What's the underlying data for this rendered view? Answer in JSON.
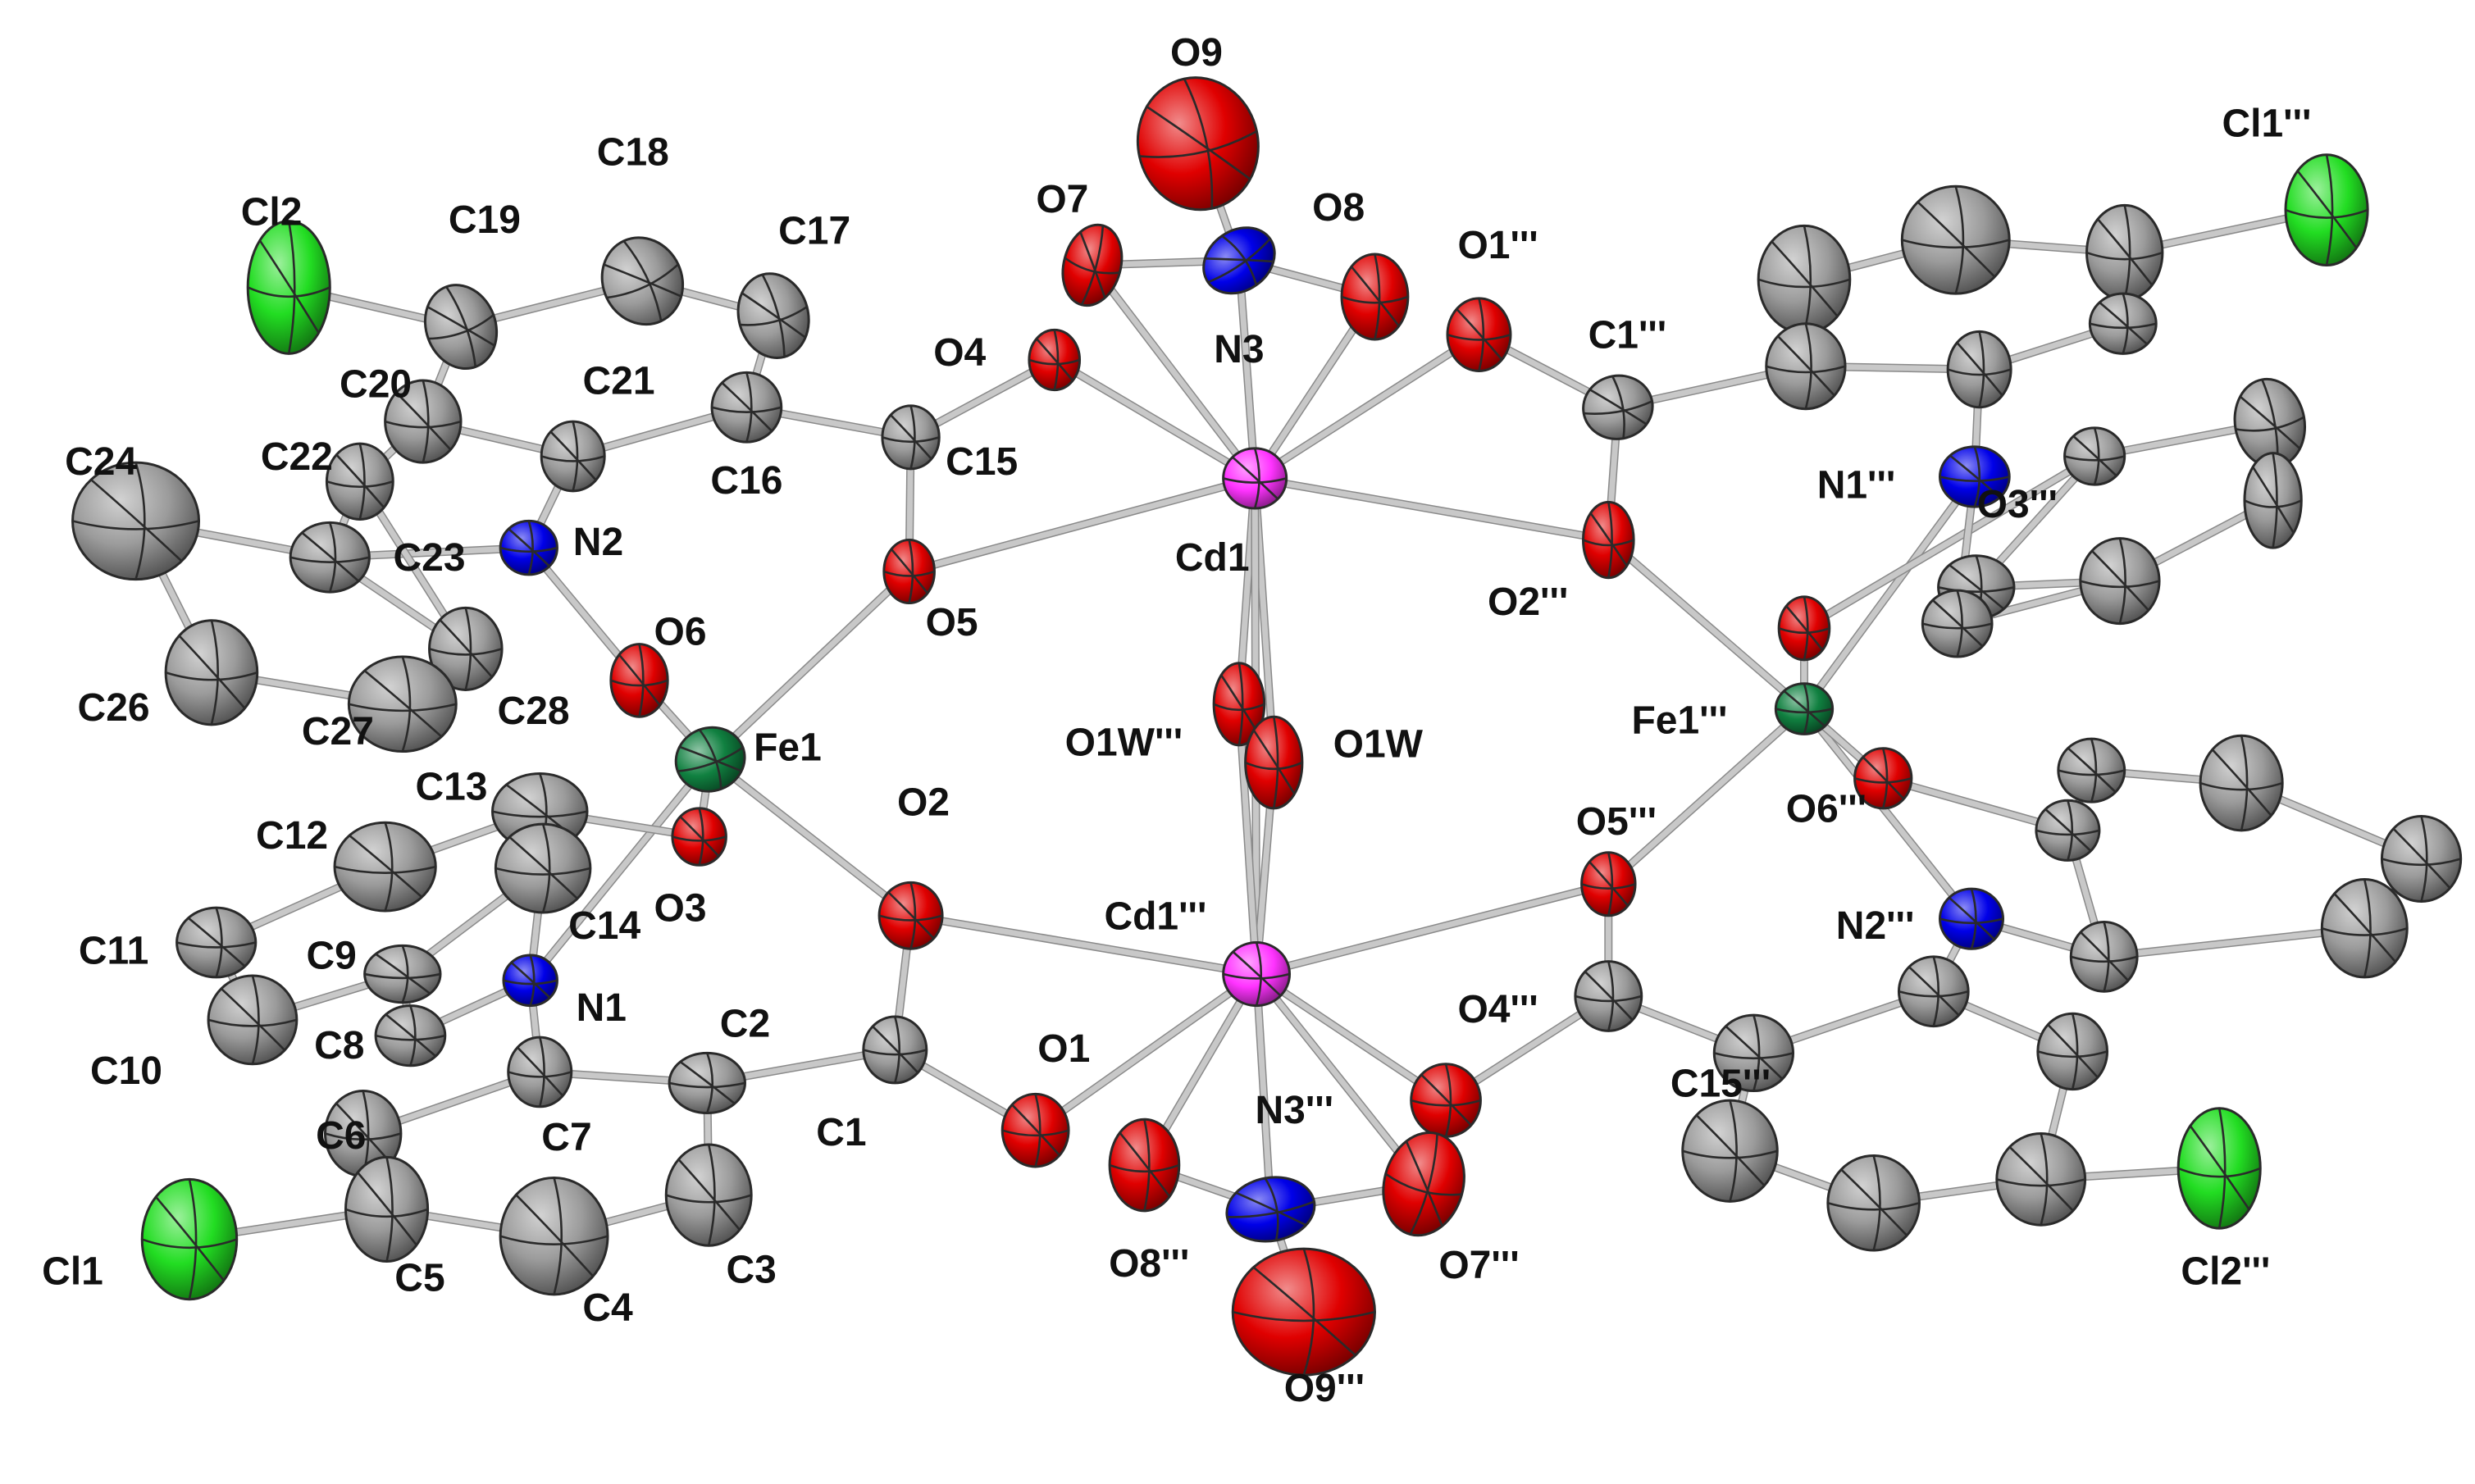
{
  "colors": {
    "C": "#9b9b9b",
    "O": "#e00000",
    "N": "#0000e8",
    "Cl": "#22dd22",
    "Cd": "#ff33ff",
    "Fe": "#108040",
    "bond": "#c8c8c8",
    "label": "#111111"
  },
  "atoms": [
    {
      "label": "O9"
    },
    {
      "label": "O7"
    },
    {
      "label": "O8"
    },
    {
      "label": "N3"
    },
    {
      "label": "O4"
    },
    {
      "label": "O1'''"
    },
    {
      "label": "C1'''"
    },
    {
      "label": "Cl1'''"
    },
    {
      "label": "Cl2"
    },
    {
      "label": "C19"
    },
    {
      "label": "C18"
    },
    {
      "label": "C17"
    },
    {
      "label": "C20"
    },
    {
      "label": "C21"
    },
    {
      "label": "C16"
    },
    {
      "label": "C15"
    },
    {
      "label": "C24"
    },
    {
      "label": "C22"
    },
    {
      "label": "N2"
    },
    {
      "label": "C23"
    },
    {
      "label": "Cd1"
    },
    {
      "label": "N1'''"
    },
    {
      "label": "O3'''"
    },
    {
      "label": "O5"
    },
    {
      "label": "O2'''"
    },
    {
      "label": "O6"
    },
    {
      "label": "C26"
    },
    {
      "label": "C27"
    },
    {
      "label": "C28"
    },
    {
      "label": "Fe1"
    },
    {
      "label": "O1W'''"
    },
    {
      "label": "O1W"
    },
    {
      "label": "Fe1'''"
    },
    {
      "label": "C13"
    },
    {
      "label": "C12"
    },
    {
      "label": "O2"
    },
    {
      "label": "O3"
    },
    {
      "label": "O5'''"
    },
    {
      "label": "O6'''"
    },
    {
      "label": "C14"
    },
    {
      "label": "C11"
    },
    {
      "label": "C9"
    },
    {
      "label": "Cd1'''"
    },
    {
      "label": "N2'''"
    },
    {
      "label": "N1"
    },
    {
      "label": "C2"
    },
    {
      "label": "O1"
    },
    {
      "label": "O4'''"
    },
    {
      "label": "C10"
    },
    {
      "label": "C8"
    },
    {
      "label": "C15'''"
    },
    {
      "label": "C6"
    },
    {
      "label": "C7"
    },
    {
      "label": "C1"
    },
    {
      "label": "N3'''"
    },
    {
      "label": "Cl1"
    },
    {
      "label": "C5"
    },
    {
      "label": "C3"
    },
    {
      "label": "O8'''"
    },
    {
      "label": "O7'''"
    },
    {
      "label": "Cl2'''"
    },
    {
      "label": "C4"
    },
    {
      "label": "O9'''"
    }
  ]
}
